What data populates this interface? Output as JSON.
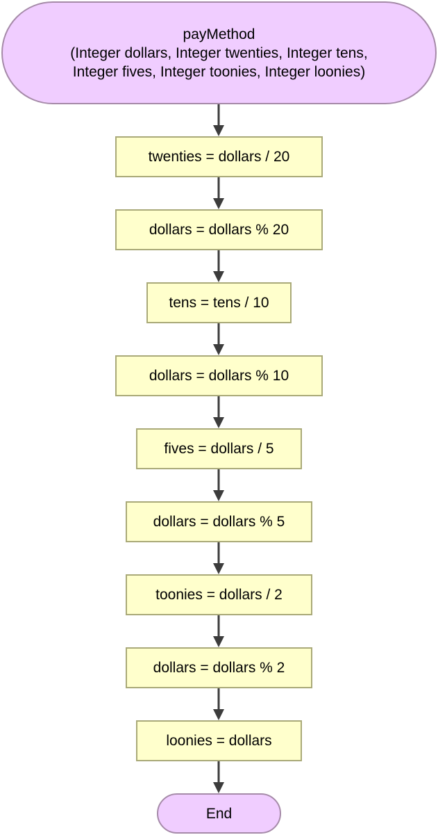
{
  "start": {
    "name": "payMethod",
    "params": "(Integer dollars, Integer twenties, Integer tens, Integer fives, Integer toonies, Integer loonies)"
  },
  "steps": [
    "twenties = dollars / 20",
    "dollars = dollars % 20",
    "tens = tens / 10",
    "dollars = dollars % 10",
    "fives = dollars / 5",
    "dollars = dollars % 5",
    "toonies = dollars / 2",
    "dollars = dollars % 2",
    "loonies = dollars"
  ],
  "end": "End",
  "colors": {
    "terminal_fill": "#f0cdff",
    "terminal_stroke": "#a58aa8",
    "process_fill": "#ffffcc",
    "process_stroke": "#a9a978",
    "arrow": "#3c3c3c"
  }
}
